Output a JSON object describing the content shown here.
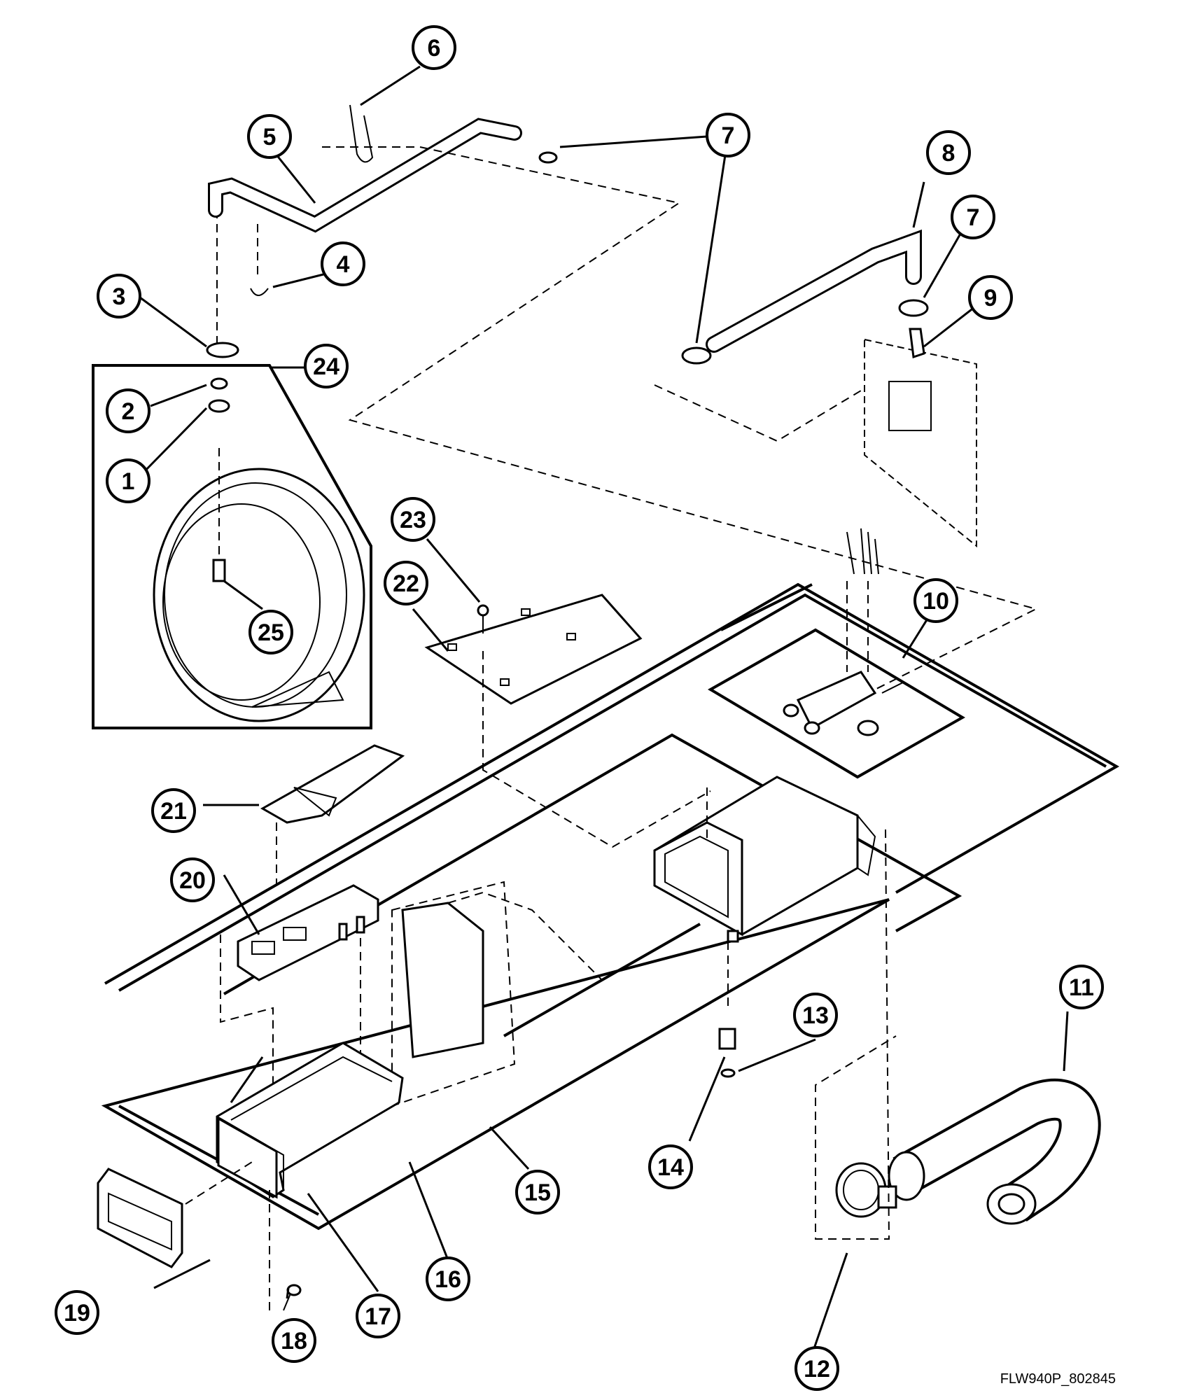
{
  "drawing_ref": "FLW940P_802845",
  "callouts": [
    {
      "id": "1",
      "label": "1"
    },
    {
      "id": "2",
      "label": "2"
    },
    {
      "id": "3",
      "label": "3"
    },
    {
      "id": "4",
      "label": "4"
    },
    {
      "id": "5",
      "label": "5"
    },
    {
      "id": "6",
      "label": "6"
    },
    {
      "id": "7a",
      "label": "7"
    },
    {
      "id": "7b",
      "label": "7"
    },
    {
      "id": "8",
      "label": "8"
    },
    {
      "id": "9",
      "label": "9"
    },
    {
      "id": "10",
      "label": "10"
    },
    {
      "id": "11",
      "label": "11"
    },
    {
      "id": "12",
      "label": "12"
    },
    {
      "id": "13",
      "label": "13"
    },
    {
      "id": "14",
      "label": "14"
    },
    {
      "id": "15",
      "label": "15"
    },
    {
      "id": "16",
      "label": "16"
    },
    {
      "id": "17",
      "label": "17"
    },
    {
      "id": "18",
      "label": "18"
    },
    {
      "id": "19",
      "label": "19"
    },
    {
      "id": "20",
      "label": "20"
    },
    {
      "id": "21",
      "label": "21"
    },
    {
      "id": "22",
      "label": "22"
    },
    {
      "id": "23",
      "label": "23"
    },
    {
      "id": "24",
      "label": "24"
    },
    {
      "id": "25",
      "label": "25"
    }
  ]
}
